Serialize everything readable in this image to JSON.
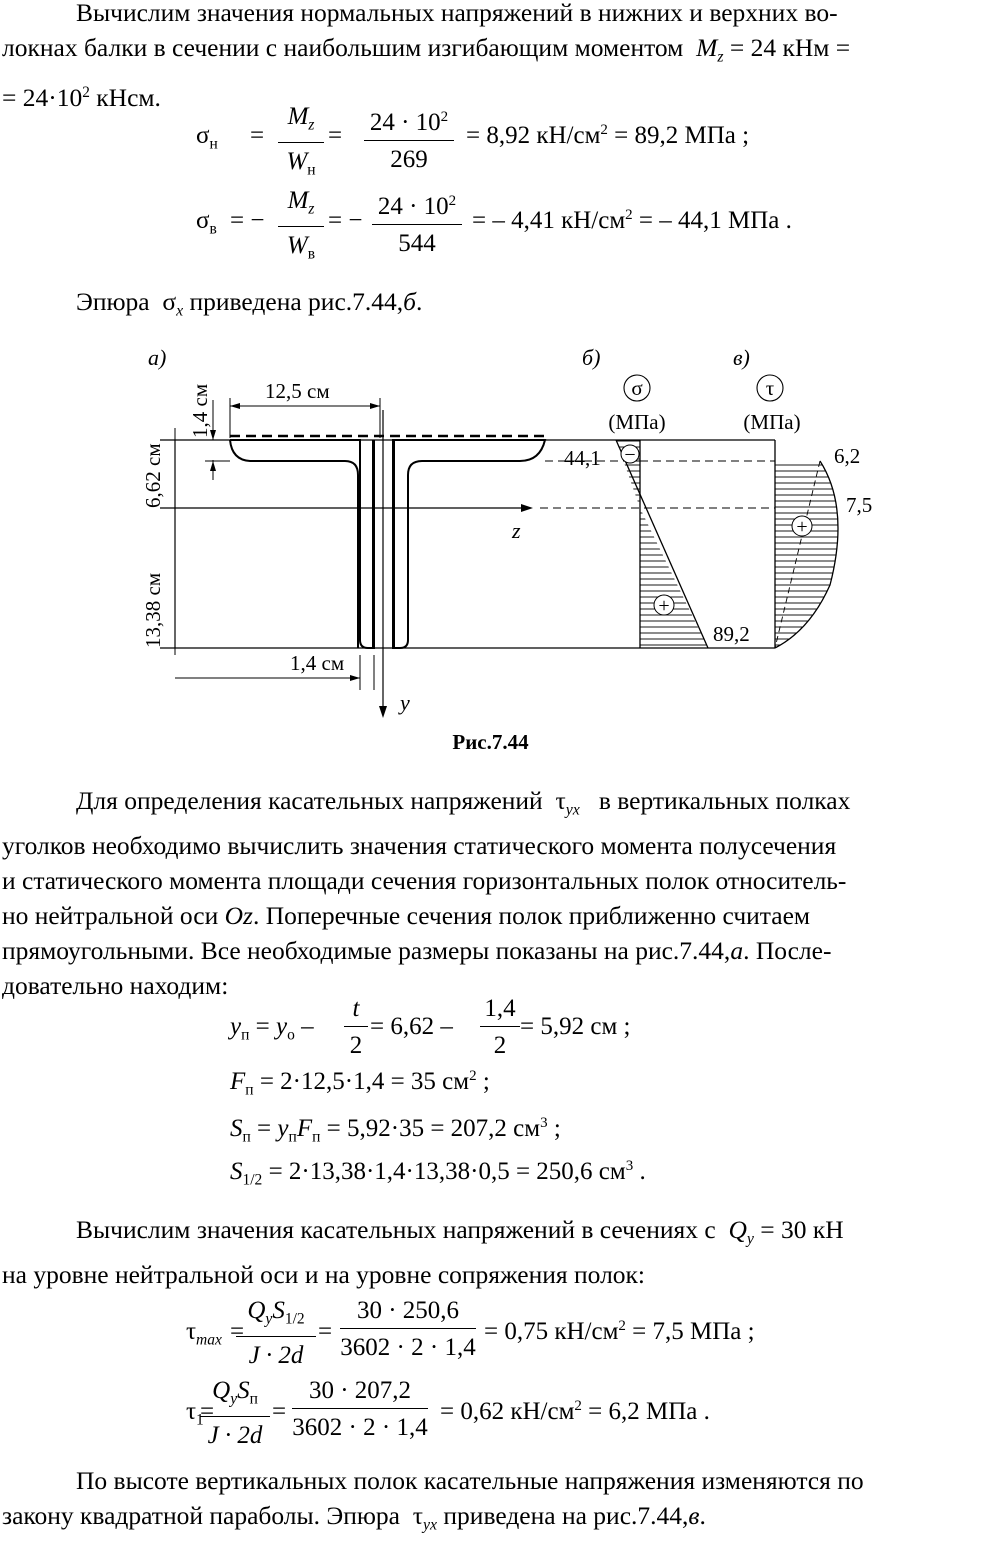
{
  "para1": {
    "line1": "Вычислим значения нормальных напряжений в нижних и верхних во-",
    "line2_prefix": "локнах балки в сечении с наибольшим изгибающим моментом",
    "mz_symbol": "M",
    "mz_sub": "z",
    "mz_value": "= 24 кНм =",
    "line3": "= 24·10",
    "line3_sup": "2",
    "line3_rest": " кНсм."
  },
  "eq_sigma_n": {
    "lhs": "σ",
    "lhs_sub": "н",
    "eq1": "=",
    "num1": "M",
    "num1_sub": "z",
    "den1": "W",
    "den1_sub": "н",
    "eq2": "=",
    "num2": "24 · 10",
    "num2_sup": "2",
    "den2": "269",
    "result": "= 8,92 кН/см",
    "result_sup": "2",
    "result2": " = 89,2 МПа ;"
  },
  "eq_sigma_v": {
    "lhs": "σ",
    "lhs_sub": "в",
    "eq1": "= −",
    "num1": "M",
    "num1_sub": "z",
    "den1": "W",
    "den1_sub": "в",
    "eq2": "= −",
    "num2": "24 · 10",
    "num2_sup": "2",
    "den2": "544",
    "result": "= – 4,41 кН/см",
    "result_sup": "2",
    "result2": " = – 44,1 МПа ."
  },
  "para2": {
    "prefix": "Эпюра",
    "sigma": "σ",
    "sigma_sub": "x",
    "suffix": " приведена рис.7.44,",
    "suffix_italic": "б",
    "suffix_end": "."
  },
  "figure": {
    "label_a": "а)",
    "label_b": "б)",
    "label_v": "в)",
    "dim_width": "12,5 см",
    "dim_flange": "1,4 см",
    "dim_top": "6,62 см",
    "dim_bottom": "13,38 см",
    "dim_web": "1,4 см",
    "axis_z": "z",
    "axis_y": "y",
    "sigma_symbol": "σ",
    "tau_symbol": "τ",
    "unit_sigma": "(МПа)",
    "unit_tau": "(МПа)",
    "val_sigma_top": "44,1",
    "val_sigma_bottom": "89,2",
    "val_tau_1": "6,2",
    "val_tau_max": "7,5",
    "sign_minus": "−",
    "sign_plus": "+",
    "caption": "Рис.7.44"
  },
  "para3": {
    "l1a": "Для определения касательных напряжений",
    "tau": "τ",
    "tau_sub": "yx",
    "l1b": "в вертикальных полках",
    "l2": "уголков необходимо вычислить значения статического момента полусечения",
    "l3": "и статического момента площади сечения горизонтальных полок относитель-",
    "l4a": "но нейтральной оси",
    "oz": "Oz",
    "l4b": ". Поперечные сечения полок приближенно считаем",
    "l5a": "прямоугольными. Все необходимые размеры показаны на рис.7.44,",
    "l5_italic": "а",
    "l5b": ". После-",
    "l6": "довательно находим:"
  },
  "eq_y": {
    "lhs": "y",
    "lhs_sub": "п",
    "eq": " = ",
    "y0": "y",
    "y0_sub": "o",
    "minus": " – ",
    "num1": "t",
    "den1": "2",
    "mid": " = 6,62 – ",
    "num2": "1,4",
    "den2": "2",
    "result": " = 5,92 см ;"
  },
  "eq_f": {
    "lhs": "F",
    "lhs_sub": "п",
    "rhs": " = 2·12,5·1,4 = 35 см",
    "sup": "2",
    "end": " ;"
  },
  "eq_s": {
    "lhs": "S",
    "lhs_sub": "п",
    "eq": " = ",
    "y": "y",
    "y_sub": "п",
    "f": "F",
    "f_sub": "п",
    "rhs": " = 5,92·35 = 207,2 см",
    "sup": "3",
    "end": " ;"
  },
  "eq_s12": {
    "lhs": "S",
    "lhs_sub": "1/2",
    "rhs": " = 2·13,38·1,4·13,38·0,5 = 250,6 см",
    "sup": "3",
    "end": " ."
  },
  "para4": {
    "l1a": "Вычислим значения касательных напряжений в сечениях с",
    "q": "Q",
    "q_sub": "y",
    "l1b": " = 30 кН",
    "l2": "на уровне нейтральной оси и на уровне сопряжения полок:"
  },
  "eq_tmax": {
    "lhs": "τ",
    "lhs_sub": "max",
    "eq1": "=",
    "num1": "Q",
    "num1_sub": "y",
    "num1b": "S",
    "num1b_sub": "1/2",
    "den1": "J · 2",
    "den1_d": "d",
    "eq2": "=",
    "num2": "30 · 250,6",
    "den2": "3602 · 2 · 1,4",
    "result": "= 0,75 кН/см",
    "result_sup": "2",
    "result2": " = 7,5 МПа ;"
  },
  "eq_t1": {
    "lhs": "τ",
    "lhs_sub": "1",
    "eq1": "=",
    "num1": "Q",
    "num1_sub": "y",
    "num1b": "S",
    "num1b_sub": "п",
    "den1": "J · 2",
    "den1_d": "d",
    "eq2": "=",
    "num2": "30 · 207,2",
    "den2": "3602 · 2 · 1,4",
    "result": "= 0,62 кН/см",
    "result_sup": "2",
    "result2": " = 6,2 МПа ."
  },
  "para5": {
    "l1": "По высоте вертикальных полок касательные напряжения изменяются по",
    "l2a": "закону квадратной параболы. Эпюра",
    "tau": "τ",
    "tau_sub": "yx",
    "l2b": " приведена на рис.7.44,",
    "l2_italic": "в",
    "l2_end": "."
  }
}
